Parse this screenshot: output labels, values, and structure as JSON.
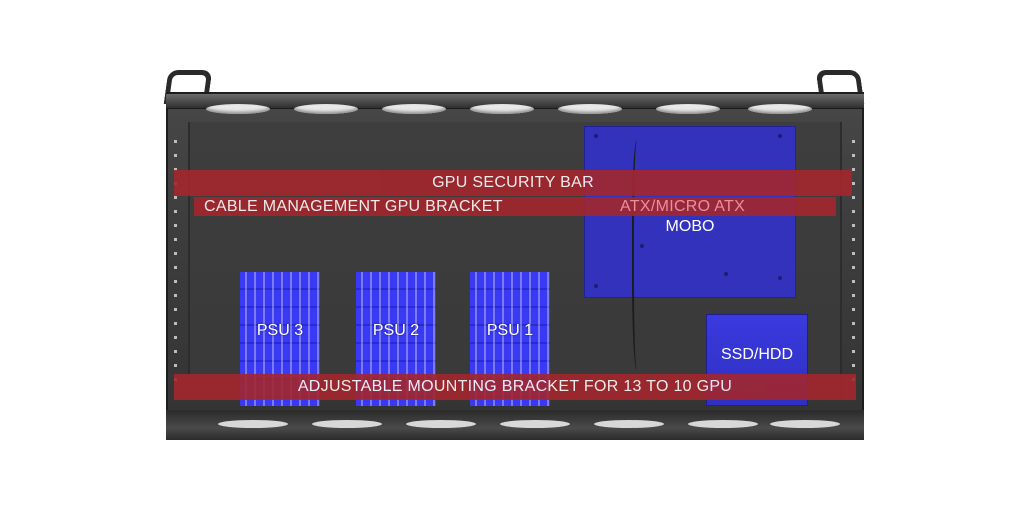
{
  "bars": {
    "security": "GPU SECURITY BAR",
    "cable_management": "CABLE MANAGEMENT GPU BRACKET",
    "motherboard_form_factor": "ATX/MICRO ATX",
    "mounting": "ADJUSTABLE MOUNTING BRACKET FOR 13 TO 10 GPU"
  },
  "components": {
    "mobo": "MOBO",
    "psus": [
      "PSU 3",
      "PSU 2",
      "PSU 1"
    ],
    "storage": "SSD/HDD"
  },
  "colors": {
    "highlight_bar": "#a3262d",
    "component_highlight": "#3232c8",
    "chassis": "#3c3c3c",
    "atx_label": "#ff9a9a"
  }
}
